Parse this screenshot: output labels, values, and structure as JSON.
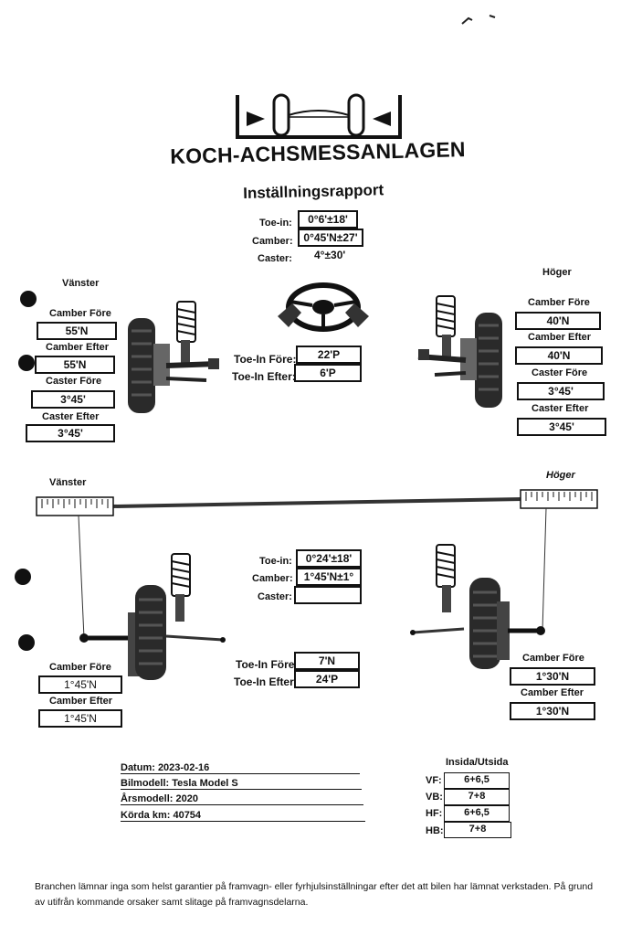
{
  "header": {
    "brand": "KOCH-ACHSMESSANLAGEN",
    "report_title": "Inställningsrapport"
  },
  "front": {
    "spec": {
      "toe_in_label": "Toe-in:",
      "toe_in_value": "0°6'±18'",
      "camber_label": "Camber:",
      "camber_value": "0°45'N±27'",
      "caster_label": "Caster:",
      "caster_value": "4°±30'"
    },
    "left_side_label": "Vänster",
    "right_side_label": "Höger",
    "left": {
      "camber_before_label": "Camber Före",
      "camber_before": "55'N",
      "camber_after_label": "Camber Efter",
      "camber_after": "55'N",
      "caster_before_label": "Caster Före",
      "caster_before": "3°45'",
      "caster_after_label": "Caster Efter",
      "caster_after": "3°45'"
    },
    "right": {
      "camber_before_label": "Camber Före",
      "camber_before": "40'N",
      "camber_after_label": "Camber Efter",
      "camber_after": "40'N",
      "caster_before_label": "Caster Före",
      "caster_before": "3°45'",
      "caster_after_label": "Caster Efter",
      "caster_after": "3°45'"
    },
    "toe": {
      "before_label": "Toe-In Före:",
      "before": "22'P",
      "after_label": "Toe-In Efter:",
      "after": "6'P"
    }
  },
  "rear": {
    "left_side_label": "Vänster",
    "right_side_label": "Höger",
    "spec": {
      "toe_in_label": "Toe-in:",
      "toe_in_value": "0°24'±18'",
      "camber_label": "Camber:",
      "camber_value": "1°45'N±1°",
      "caster_label": "Caster:",
      "caster_value": ""
    },
    "left": {
      "camber_before_label": "Camber Före",
      "camber_before": "1°45'N",
      "camber_after_label": "Camber Efter",
      "camber_after": "1°45'N"
    },
    "right": {
      "camber_before_label": "Camber Före",
      "camber_before": "1°30'N",
      "camber_after_label": "Camber Efter",
      "camber_after": "1°30'N"
    },
    "toe": {
      "before_label": "Toe-In Före:",
      "before": "7'N",
      "after_label": "Toe-In Efter:",
      "after": "24'P"
    }
  },
  "vehicle": {
    "date": "Datum: 2023-02-16",
    "model": "Bilmodell: Tesla Model S",
    "year": "Årsmodell: 2020",
    "km": "Körda km: 40754"
  },
  "tires": {
    "title": "Insida/Utsida",
    "rows": [
      {
        "pos": "VF:",
        "value": "6+6,5"
      },
      {
        "pos": "VB:",
        "value": "7+8"
      },
      {
        "pos": "HF:",
        "value": "6+6,5"
      },
      {
        "pos": "HB:",
        "value": "7+8"
      }
    ]
  },
  "disclaimer": "Branchen lämnar inga som helst garantier på framvagn- eller fyrhjulsinställningar efter det att bilen har lämnat verkstaden. På grund av utifrån kommande orsaker samt slitage på framvagnsdelarna."
}
